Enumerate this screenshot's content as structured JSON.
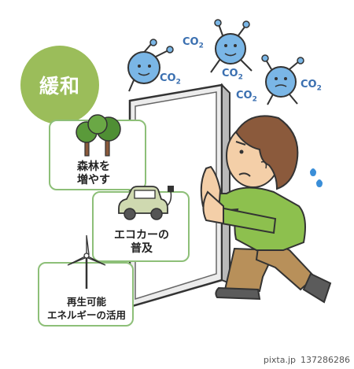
{
  "badge": {
    "label": "緩和"
  },
  "cards": {
    "forest": {
      "line1": "森林を",
      "line2": "増やす"
    },
    "ecocar": {
      "line1": "エコカーの",
      "line2": "普及"
    },
    "renewable": {
      "line1": "再生可能",
      "line2": "エネルギーの活用"
    }
  },
  "co2": {
    "main": "CO",
    "sub": "2"
  },
  "credit": {
    "site": "pixta.jp",
    "id": "137286286"
  },
  "colors": {
    "badge": "#9bbd5a",
    "card_border": "#8dbf78",
    "co2_blue": "#7ab6e6",
    "shirt_green": "#8dc04e"
  },
  "icons": [
    "tree-icon",
    "ecocar-icon",
    "wind-turbine-icon",
    "co2-molecule-icon",
    "sweat-drop-icon"
  ]
}
